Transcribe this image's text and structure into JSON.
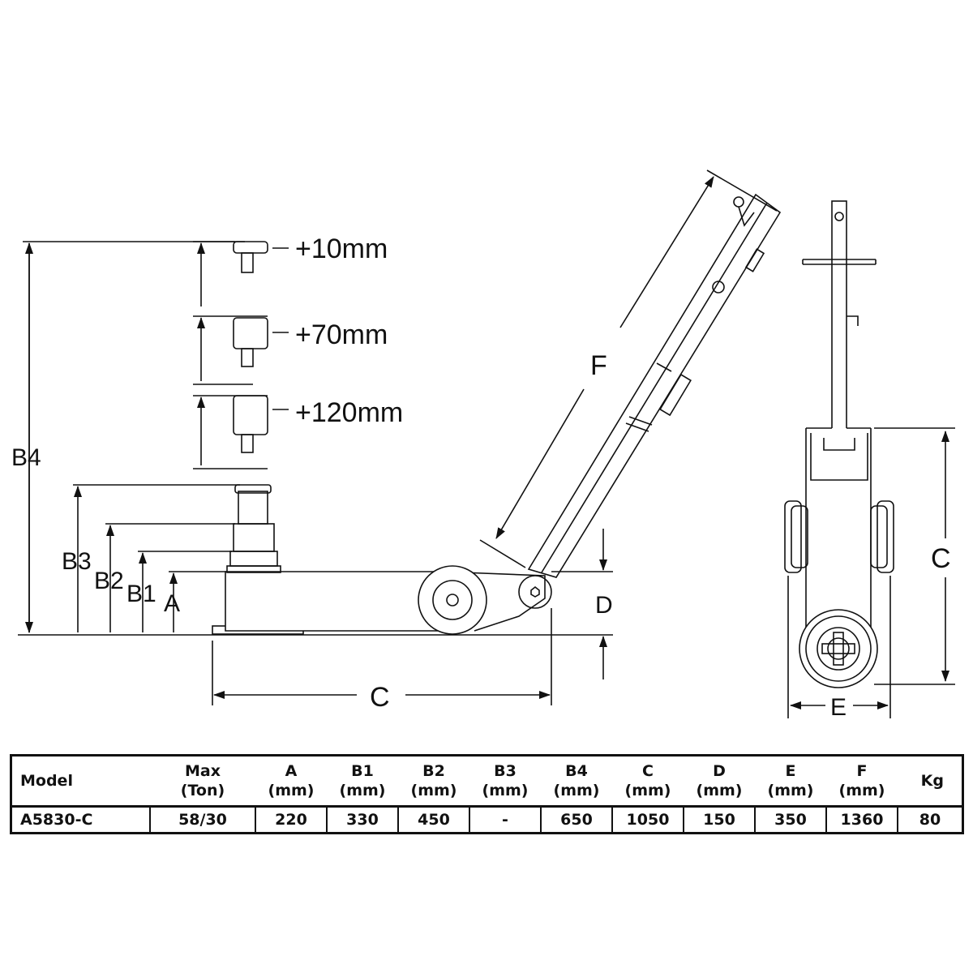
{
  "diagram": {
    "adapters": [
      "+10mm",
      "+70mm",
      "+120mm"
    ],
    "dimension_labels": {
      "A": "A",
      "B1": "B1",
      "B2": "B2",
      "B3": "B3",
      "B4": "B4",
      "C_side": "C",
      "C_front": "C",
      "D": "D",
      "E": "E",
      "F": "F"
    }
  },
  "spec_table": {
    "headers": [
      [
        "Model",
        ""
      ],
      [
        "Max",
        "(Ton)"
      ],
      [
        "A",
        "(mm)"
      ],
      [
        "B1",
        "(mm)"
      ],
      [
        "B2",
        "(mm)"
      ],
      [
        "B3",
        "(mm)"
      ],
      [
        "B4",
        "(mm)"
      ],
      [
        "C",
        "(mm)"
      ],
      [
        "D",
        "(mm)"
      ],
      [
        "E",
        "(mm)"
      ],
      [
        "F",
        "(mm)"
      ],
      [
        "Kg",
        ""
      ]
    ],
    "rows": [
      [
        "A5830-C",
        "58/30",
        "220",
        "330",
        "450",
        "-",
        "650",
        "1050",
        "150",
        "350",
        "1360",
        "80"
      ]
    ]
  }
}
